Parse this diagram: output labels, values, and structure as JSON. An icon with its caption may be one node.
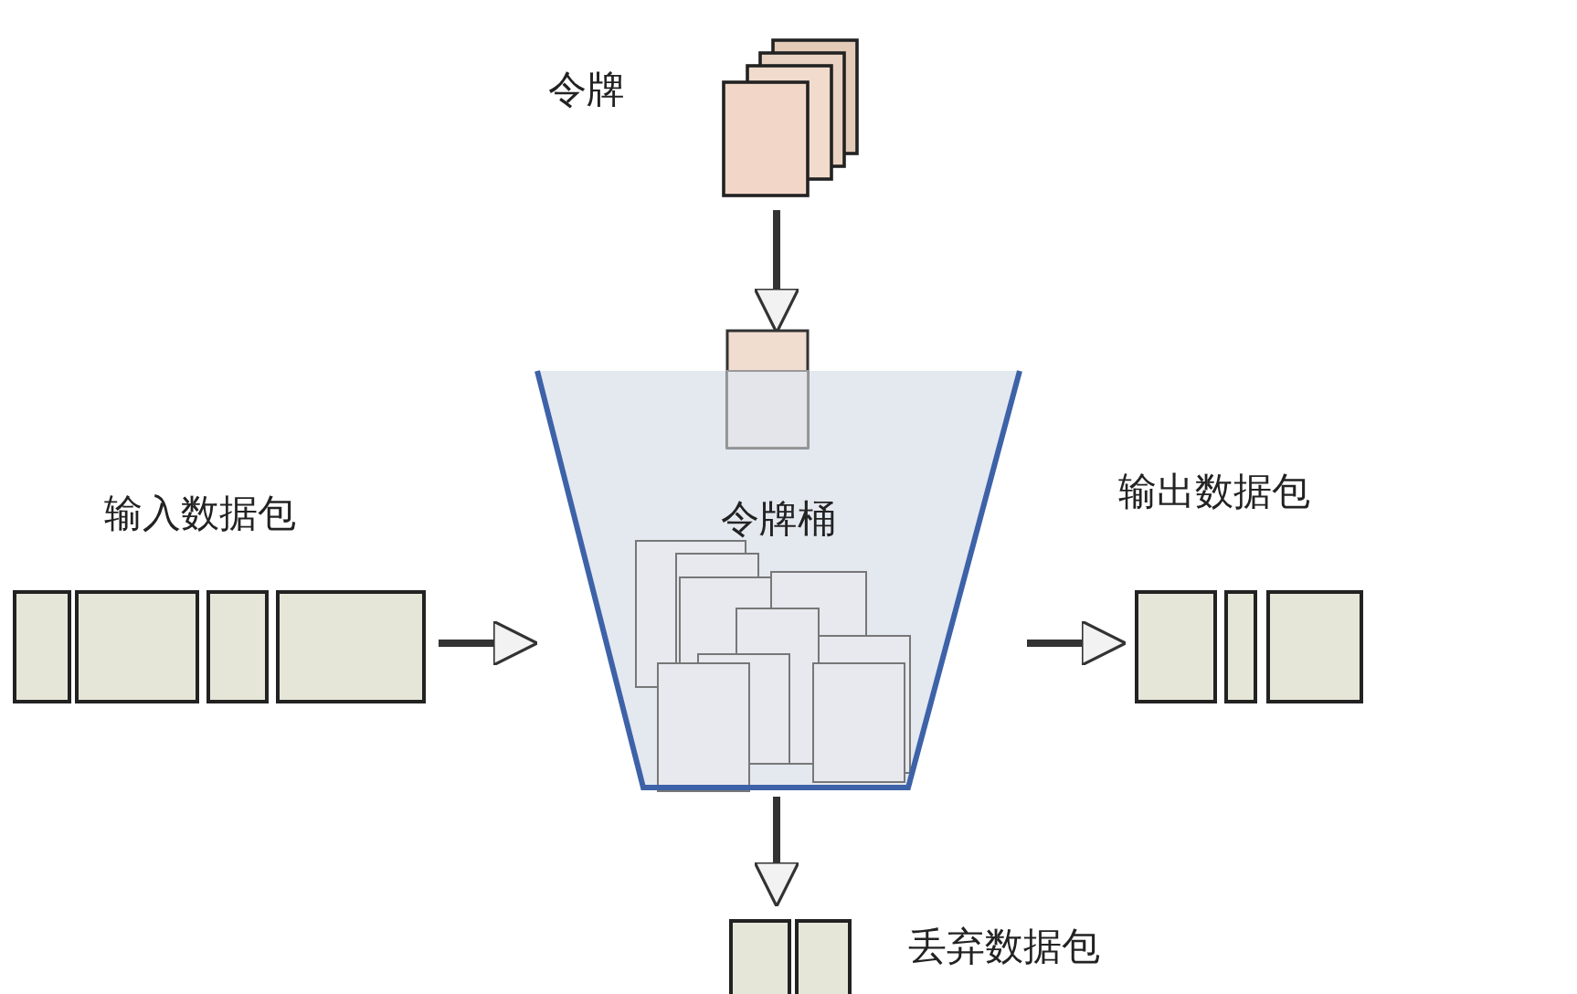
{
  "diagram": {
    "nodes": [
      {
        "text": [
          "令牌"
        ]
      },
      {
        "text": [
          "令牌桶"
        ]
      },
      {
        "text": [
          "输入数据包"
        ]
      },
      {
        "text": [
          "输出数据包"
        ]
      },
      {
        "text": [
          "丢弃数据包"
        ]
      }
    ],
    "edges": [
      {
        "from": 0,
        "to": 1,
        "arrow": "to"
      },
      {
        "from": 2,
        "to": 1,
        "arrow": "to"
      },
      {
        "from": 1,
        "to": 3,
        "arrow": "to"
      },
      {
        "from": 1,
        "to": 4,
        "arrow": "to"
      }
    ]
  }
}
